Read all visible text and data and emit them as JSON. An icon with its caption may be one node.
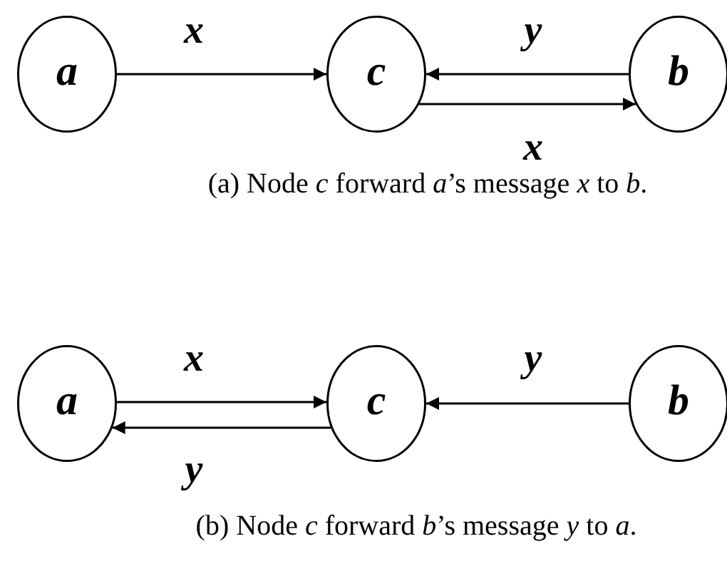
{
  "diagram": {
    "nodes": [
      {
        "text": [
          "a"
        ]
      },
      {
        "text": [
          "c"
        ]
      },
      {
        "text": [
          "b"
        ]
      },
      {
        "text": [
          "a"
        ]
      },
      {
        "text": [
          "c"
        ]
      },
      {
        "text": [
          "b"
        ]
      }
    ],
    "edges": [
      {
        "from": 0,
        "to": 1,
        "arrow": "to",
        "label": "x"
      },
      {
        "from": 2,
        "to": 1,
        "arrow": "to",
        "label": "y"
      },
      {
        "from": 1,
        "to": 2,
        "arrow": "to",
        "label": "x"
      },
      {
        "from": 3,
        "to": 4,
        "arrow": "to",
        "label": "x"
      },
      {
        "from": 4,
        "to": 3,
        "arrow": "to",
        "label": "y"
      },
      {
        "from": 5,
        "to": 4,
        "arrow": "to",
        "label": "y"
      }
    ],
    "labels": [
      "(a) Node *c* forward *a*’s message *x* to *b*.",
      "(b) Node *c* forward *b*’s message *y* to *a*."
    ]
  }
}
